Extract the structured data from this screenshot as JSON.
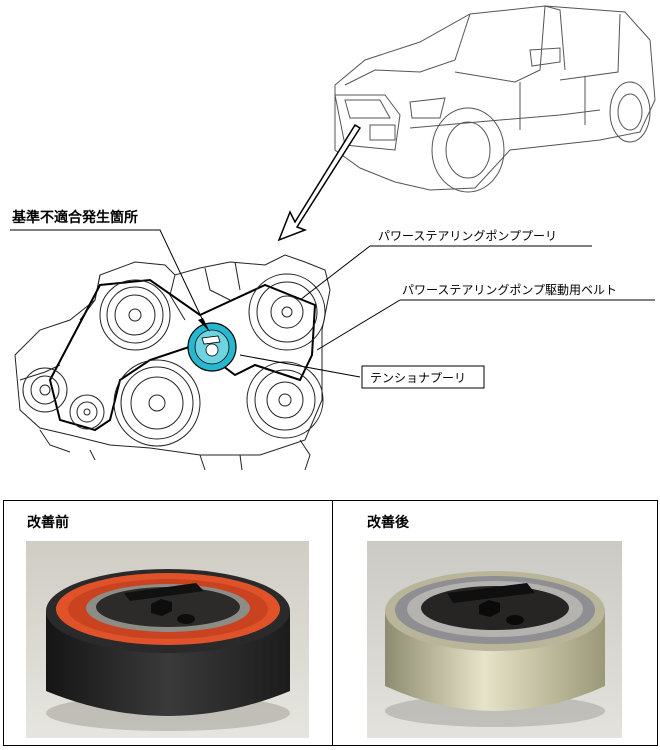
{
  "callouts": {
    "nonconforming_location": "基準不適合発生箇所",
    "ps_pump_pulley": "パワーステアリングポンププーリ",
    "ps_pump_belt": "パワーステアリングポンプ駆動用ベルト",
    "tensioner_pulley": "テンショナプーリ"
  },
  "comparison": {
    "before_label": "改善前",
    "after_label": "改善後"
  },
  "colors": {
    "highlight": "#27b8d0",
    "before_seal": "#e0532a",
    "after_metal": "#c8c59a"
  }
}
